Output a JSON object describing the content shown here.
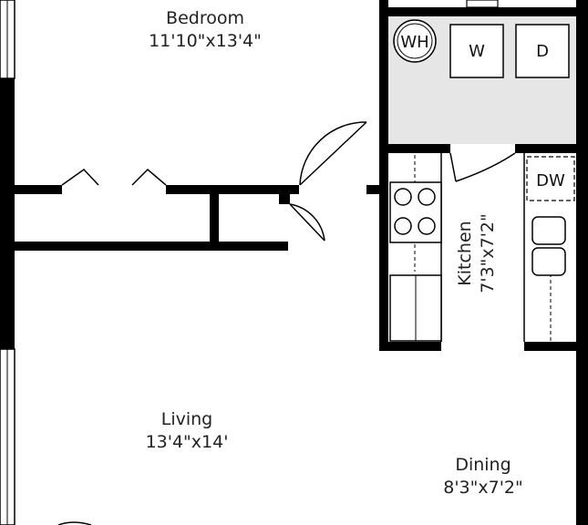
{
  "rooms": {
    "bedroom": {
      "name": "Bedroom",
      "size": "11'10\"x13'4\""
    },
    "living": {
      "name": "Living",
      "size": "13'4\"x14'"
    },
    "kitchen": {
      "name": "Kitchen",
      "size": "7'3\"x7'2\""
    },
    "dining": {
      "name": "Dining",
      "size": "8'3\"x7'2\""
    }
  },
  "appliances": {
    "water_heater": "WH",
    "washer": "W",
    "dryer": "D",
    "dishwasher": "DW"
  },
  "colors": {
    "wall": "#000000",
    "laundry_fill": "#e6e6e6",
    "background": "#ffffff"
  }
}
